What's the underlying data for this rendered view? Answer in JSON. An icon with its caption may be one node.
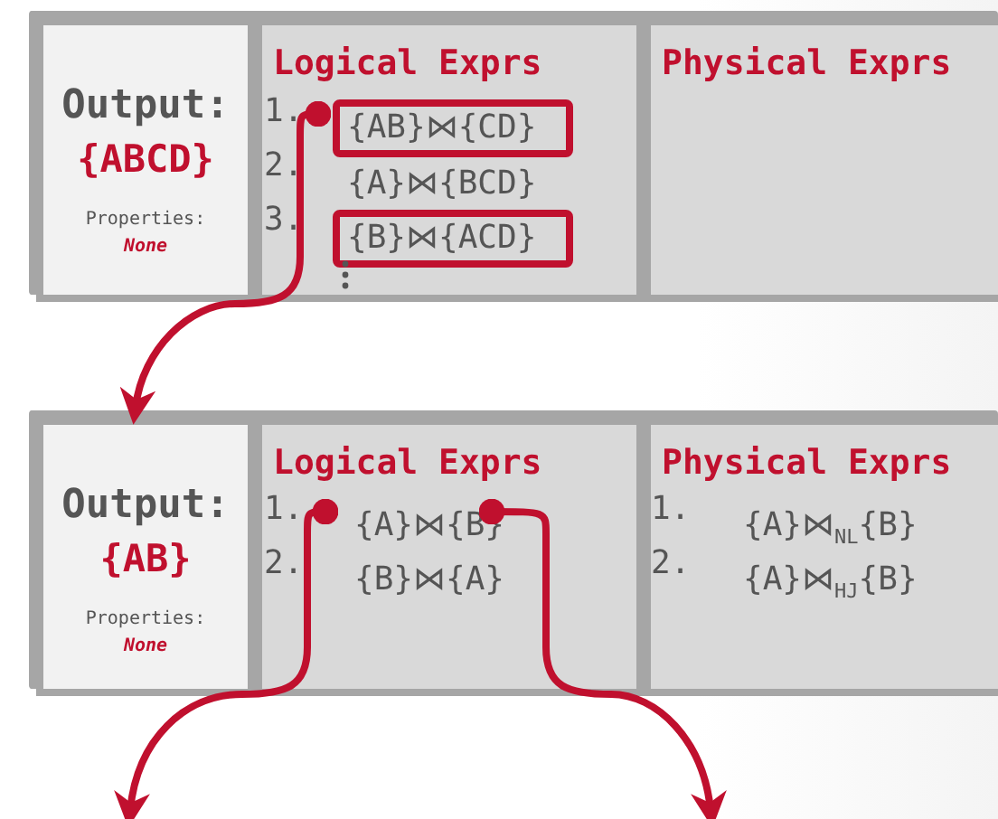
{
  "diagram": {
    "nodes": [
      {
        "text": [],
        "shape": "box"
      },
      {
        "text": [
          "Output:",
          "{ABCD}",
          "Properties:",
          "None"
        ],
        "in": 0
      },
      {
        "text": [
          "Logical Exprs"
        ],
        "in": 0
      },
      {
        "text": [
          "{AB}⋈{CD}"
        ],
        "in": 2
      },
      {
        "text": [
          "{A}⋈{BCD}"
        ],
        "in": 2
      },
      {
        "text": [
          "{B}⋈{ACD}"
        ],
        "in": 2
      },
      {
        "text": [
          "Physical Exprs"
        ],
        "in": 0
      },
      {
        "text": [],
        "shape": "box"
      },
      {
        "text": [
          "Output:",
          "{AB}",
          "Properties:",
          "None"
        ],
        "in": 7
      },
      {
        "text": [
          "Logical Exprs"
        ],
        "in": 7
      },
      {
        "text": [
          "{A}⋈{B}"
        ],
        "in": 9
      },
      {
        "text": [
          "{B}⋈{A}"
        ],
        "in": 9
      },
      {
        "text": [
          "Physical Exprs"
        ],
        "in": 7
      },
      {
        "text": [
          "{A}⋈$_{NL}${B}"
        ],
        "in": 12
      },
      {
        "text": [
          "{A}⋈$_{HJ}${B}"
        ],
        "in": 12
      }
    ],
    "edges": [
      {
        "from": 3,
        "to": 7,
        "arrow": "to"
      },
      {
        "from": 10,
        "to": null,
        "arrow": "to"
      },
      {
        "from": 10,
        "to": null,
        "arrow": "to"
      }
    ],
    "labels": [
      "1.",
      "2.",
      "3.",
      "1.",
      "2.",
      "1.",
      "2."
    ]
  }
}
